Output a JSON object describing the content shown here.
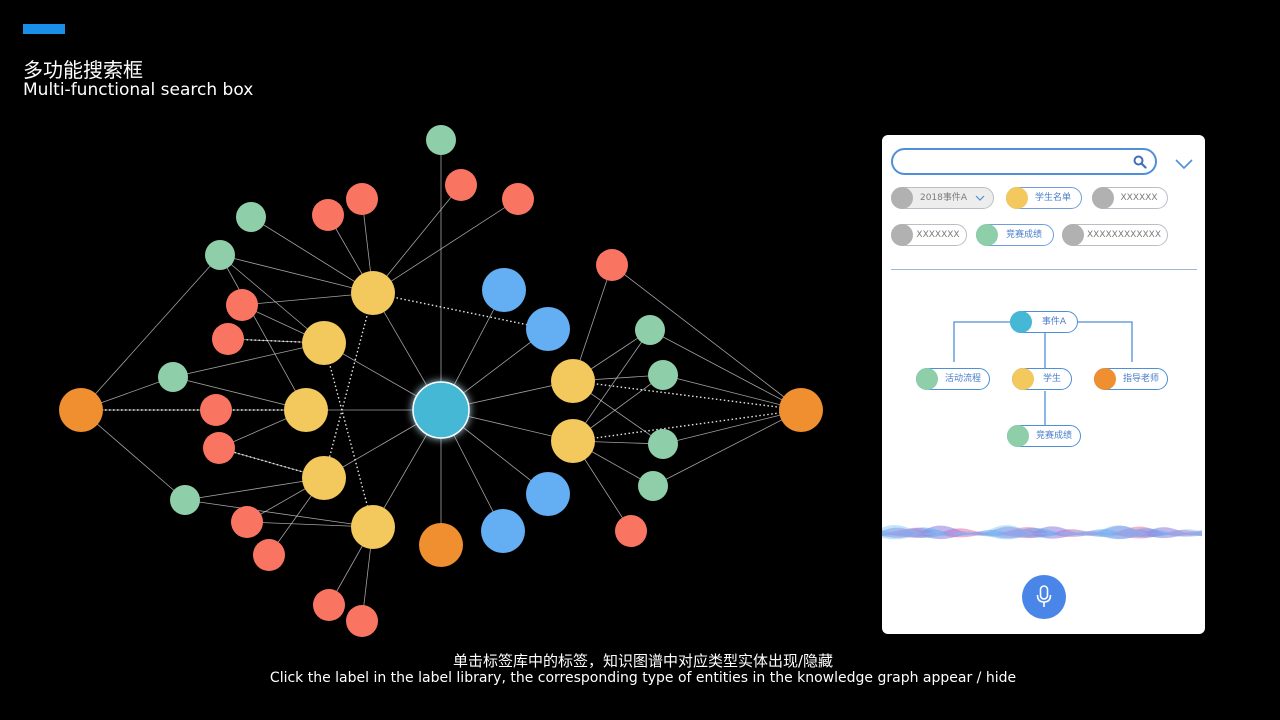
{
  "header": {
    "title_cn": "多功能搜索框",
    "title_en": "Multi-functional search box"
  },
  "caption": {
    "cn": "单击标签库中的标签，知识图谱中对应类型实体出现/隐藏",
    "en": "Click the label in the label library, the corresponding type of entities in the knowledge graph appear / hide"
  },
  "colors": {
    "center": "#45b8d6",
    "yellow": "#f3c95d",
    "blue": "#64aef4",
    "red": "#f97562",
    "green": "#8ecfa9",
    "orange": "#f08f30",
    "grey": "#b1b1b1",
    "accent": "#1a8fe8"
  },
  "search": {
    "placeholder": "",
    "icon": "search-icon"
  },
  "filter_chips": [
    {
      "label": "2018事件A",
      "color": "grey",
      "active": false,
      "dropdown": true
    },
    {
      "label": "学生名单",
      "color": "yellow",
      "active": true,
      "dropdown": false
    },
    {
      "label": "XXXXXX",
      "color": "grey",
      "active": false,
      "dropdown": false
    },
    {
      "label": "XXXXXXX",
      "color": "grey",
      "active": false,
      "dropdown": false
    },
    {
      "label": "竞赛成绩",
      "color": "green",
      "active": true,
      "dropdown": false
    },
    {
      "label": "XXXXXXXXXXXX",
      "color": "grey",
      "active": false,
      "dropdown": false
    }
  ],
  "tree": {
    "root": {
      "label": "事件A",
      "color": "center"
    },
    "children": [
      {
        "label": "活动流程",
        "color": "green"
      },
      {
        "label": "学生",
        "color": "yellow"
      },
      {
        "label": "指导老师",
        "color": "orange"
      }
    ],
    "grandchild": {
      "label": "竞赛成绩",
      "color": "green"
    }
  },
  "voice": {
    "icon": "microphone-icon"
  }
}
